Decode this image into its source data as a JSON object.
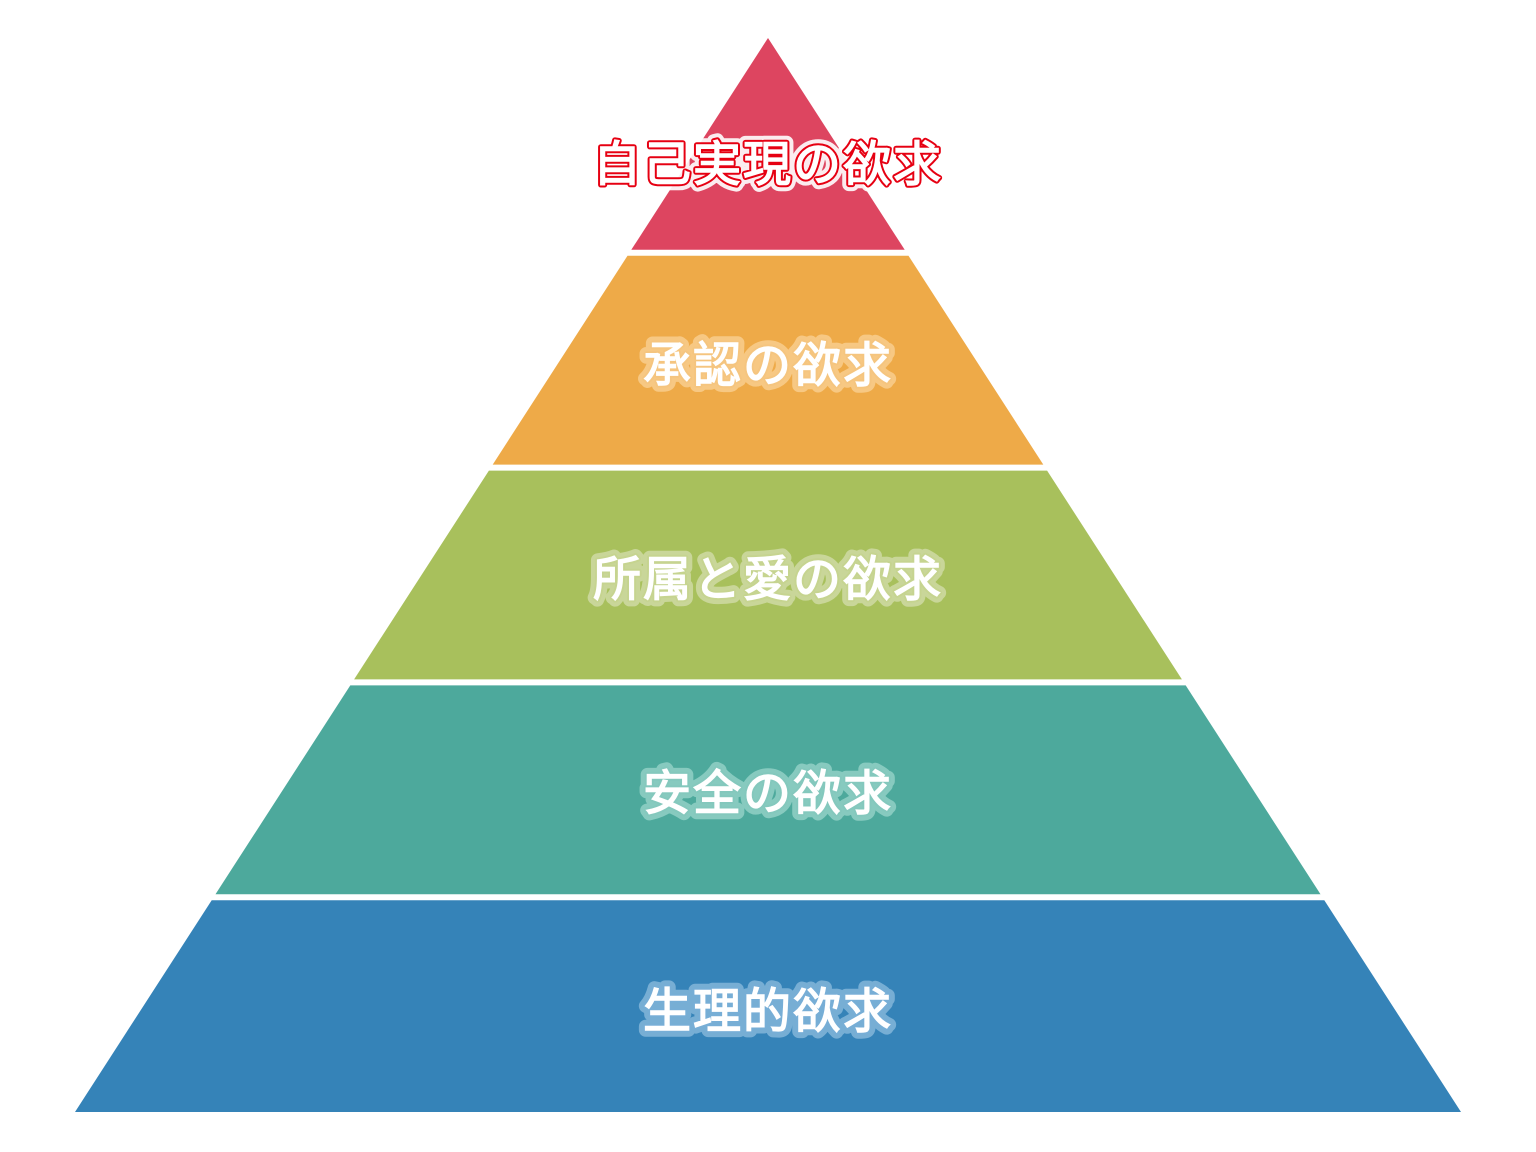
{
  "diagram": {
    "name": "maslow-hierarchy-pyramid",
    "background": "#ffffff",
    "levels": [
      {
        "id": "self-actualization",
        "label": "自己実現の欲求",
        "color": "#dd4560",
        "label_fill": "#ffffff",
        "label_stroke": "#e60012",
        "label_glow": "#ffffff"
      },
      {
        "id": "esteem",
        "label": "承認の欲求",
        "color": "#eeaa48",
        "label_fill": "#ffffff",
        "label_stroke": "#f5c57f",
        "label_glow": "#f8cc8a"
      },
      {
        "id": "love-belonging",
        "label": "所属と愛の欲求",
        "color": "#a8c05c",
        "label_fill": "#ffffff",
        "label_stroke": "#c6d490",
        "label_glow": "#cdd9a0"
      },
      {
        "id": "safety",
        "label": "安全の欲求",
        "color": "#4da99c",
        "label_fill": "#ffffff",
        "label_stroke": "#84c8bd",
        "label_glow": "#8ecec3"
      },
      {
        "id": "physiological",
        "label": "生理的欲求",
        "color": "#3583b8",
        "label_fill": "#ffffff",
        "label_stroke": "#77aed6",
        "label_glow": "#7fb3d8"
      }
    ]
  }
}
